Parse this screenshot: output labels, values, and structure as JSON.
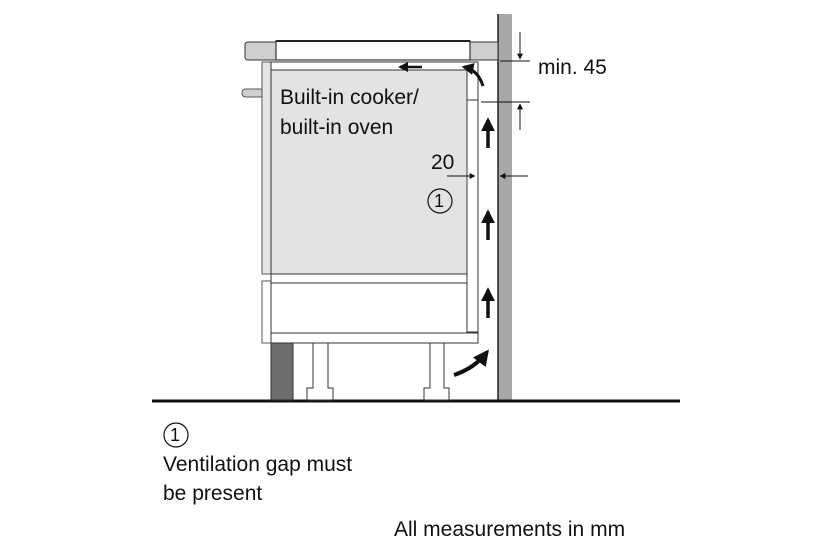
{
  "diagram": {
    "appliance_label_line1": "Built-in cooker/",
    "appliance_label_line2": "built-in oven",
    "gap_marker": "1",
    "dimensions": {
      "top_clearance": "min. 45",
      "rear_gap": "20"
    }
  },
  "legend": {
    "marker": "1",
    "text_line1": "Ventilation gap must",
    "text_line2": "be present"
  },
  "footer": {
    "units_note": "All measurements in mm"
  },
  "colors": {
    "wall_fill": "#a8a8a8",
    "appliance_fill": "#e3e3e3",
    "plinth_fill": "#6e6e6e",
    "worktop_fill": "#cfcfcf",
    "line": "#111111"
  }
}
